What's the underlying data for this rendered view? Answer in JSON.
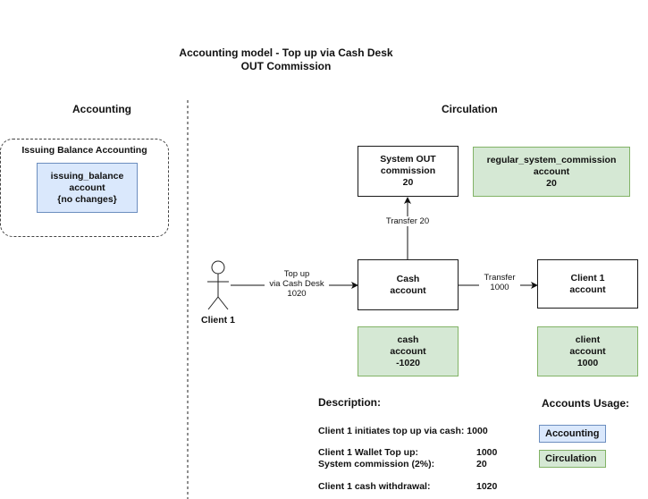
{
  "title": {
    "line1": "Accounting model - Top up via Cash Desk",
    "line2": "OUT Commission"
  },
  "sections": {
    "accounting": "Accounting",
    "circulation": "Circulation"
  },
  "issuing_group": {
    "label": "Issuing Balance Accounting"
  },
  "nodes": {
    "issuing_balance": {
      "lines": [
        "issuing_balance",
        "account",
        "{no changes}"
      ]
    },
    "system_out_commission": {
      "lines": [
        "System OUT",
        "commission",
        "20"
      ]
    },
    "regular_system_commission": {
      "lines": [
        "regular_system_commission",
        "account",
        "20"
      ]
    },
    "cash_account": {
      "lines": [
        "Cash",
        "account"
      ]
    },
    "client1_account": {
      "lines": [
        "Client 1",
        "account"
      ]
    },
    "cash_balance": {
      "lines": [
        "cash",
        "account",
        "-1020"
      ]
    },
    "client_balance": {
      "lines": [
        "client",
        "account",
        "1000"
      ]
    }
  },
  "actor": {
    "label": "Client 1"
  },
  "edges": {
    "topup": {
      "lines": [
        "Top up",
        "via Cash Desk",
        "1020"
      ]
    },
    "transfer_commission": {
      "lines": [
        "Transfer 20"
      ]
    },
    "transfer_client": {
      "lines": [
        "Transfer",
        "1000"
      ]
    }
  },
  "description": {
    "heading": "Description:",
    "rows": [
      {
        "label": "Client 1 initiates top up via cash:",
        "value": "1000"
      },
      {
        "label": "Client 1 Wallet Top up:",
        "value": "1000"
      },
      {
        "label": "System commission (2%):",
        "value": "20"
      },
      {
        "label": "Client 1 cash withdrawal:",
        "value": "1020"
      }
    ]
  },
  "legend": {
    "heading": "Accounts Usage:",
    "items": [
      {
        "label": "Accounting",
        "color": "#dae8fc"
      },
      {
        "label": "Circulation",
        "color": "#d5e8d4"
      }
    ]
  }
}
